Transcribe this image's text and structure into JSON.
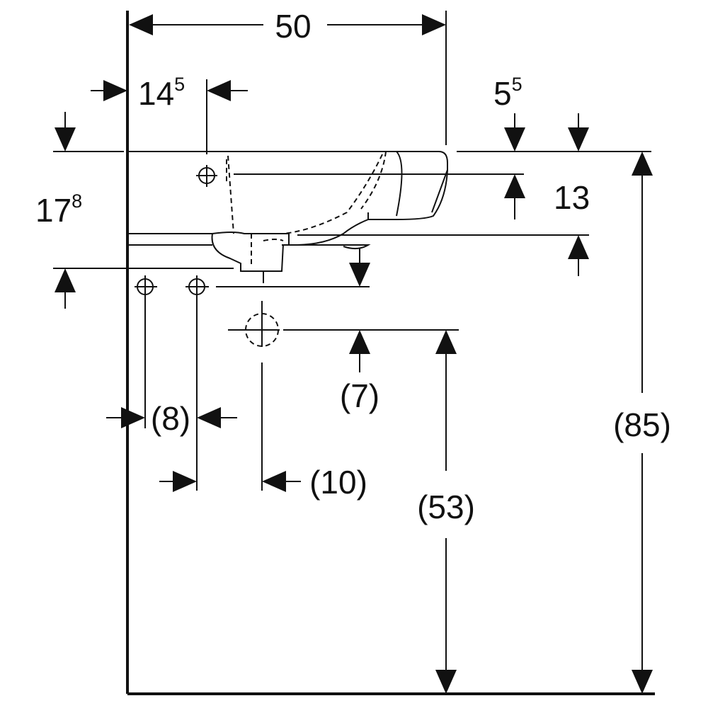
{
  "dimensions": {
    "width": "50",
    "tap_offset_main": "14",
    "tap_offset_sup": "5",
    "rim_offset_main": "5",
    "rim_offset_sup": "5",
    "basin_height_main": "17",
    "basin_height_sup": "8",
    "overflow_drop": "13",
    "drain_offset": "(7)",
    "supply_spacing": "(8)",
    "drain_horizontal": "(10)",
    "drain_height": "(53)",
    "total_height": "(85)"
  }
}
